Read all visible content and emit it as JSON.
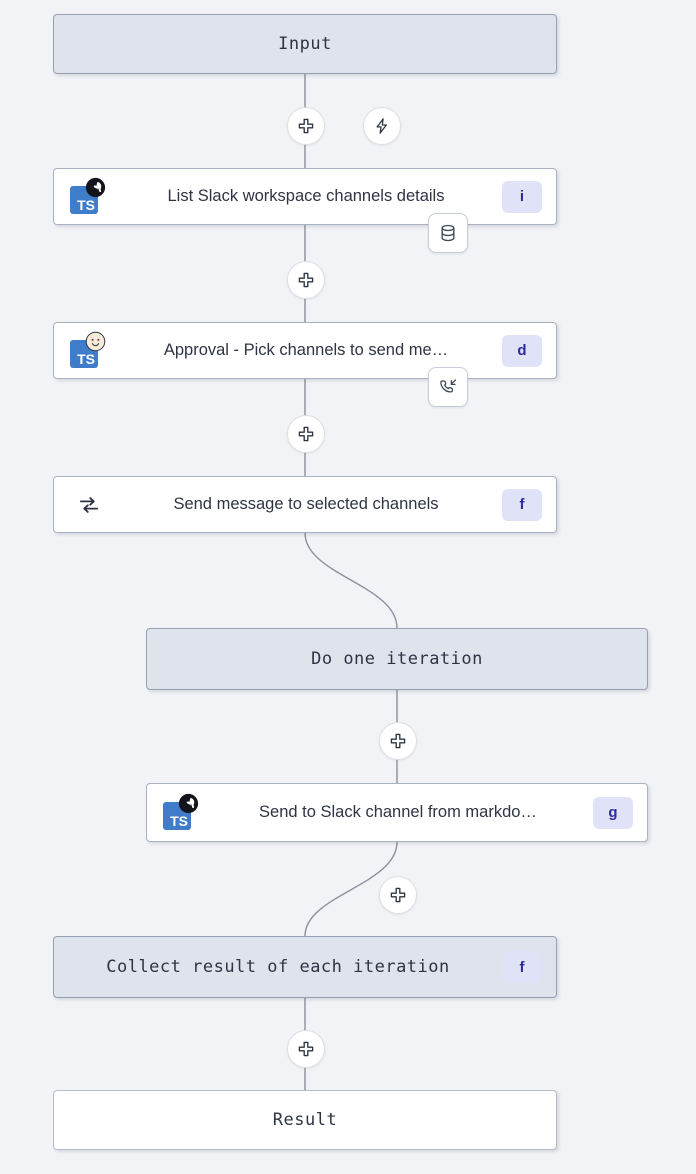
{
  "canvas": {
    "background": "#f1f3f6",
    "edge_color": "#8b919c",
    "shaded_node_bg": "#dee3ec",
    "shaded_node_border": "#97a1b4",
    "badge_bg": "#e0e2f8",
    "badge_text_color": "#2f2a9e",
    "ts_icon_color": "#3f7cca"
  },
  "nodes": {
    "input": {
      "label": "Input"
    },
    "list_channels": {
      "label": "List Slack workspace channels details",
      "badge": "i",
      "lang": "TS",
      "lang_badge": "deno-icon",
      "attachment": "database-icon"
    },
    "approval": {
      "label": "Approval - Pick channels to send me…",
      "badge": "d",
      "lang": "TS",
      "lang_badge": "baby-face-icon",
      "attachment": "incoming-call-icon"
    },
    "send_message": {
      "label": "Send message to selected channels",
      "badge": "f",
      "icon": "forloop-icon"
    },
    "do_one_iteration": {
      "label": "Do one iteration"
    },
    "send_to_slack": {
      "label": "Send to Slack channel from markdo…",
      "badge": "g",
      "lang": "TS",
      "lang_badge": "deno-icon"
    },
    "collect_result": {
      "label": "Collect result of each iteration",
      "badge": "f"
    },
    "result": {
      "label": "Result"
    }
  },
  "buttons": {
    "add_input_branch": {
      "icon": "plus-icon",
      "title": "Add step"
    },
    "add_trigger": {
      "icon": "lightning-icon",
      "title": "Add trigger"
    },
    "add_after_list": {
      "icon": "plus-icon",
      "title": "Add step"
    },
    "add_after_approval": {
      "icon": "plus-icon",
      "title": "Add step"
    },
    "add_in_loop": {
      "icon": "plus-icon",
      "title": "Add step"
    },
    "add_after_slack": {
      "icon": "plus-icon",
      "title": "Add step"
    },
    "add_before_result": {
      "icon": "plus-icon",
      "title": "Add step"
    }
  }
}
